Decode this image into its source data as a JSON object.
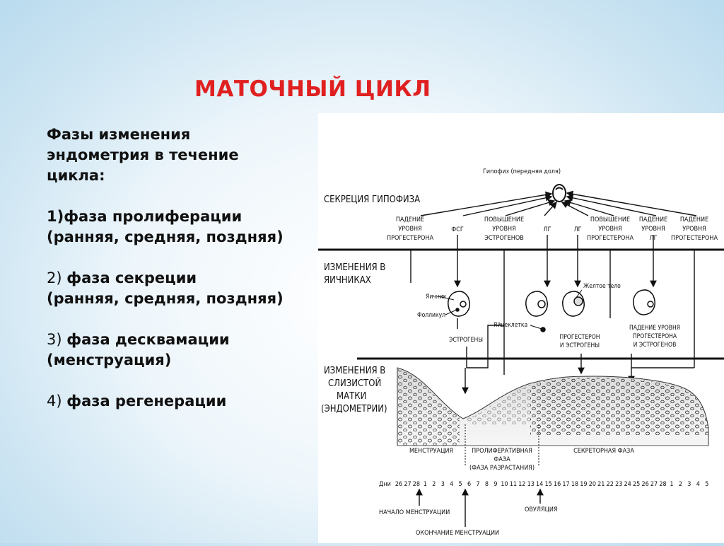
{
  "slide": {
    "title": "МАТОЧНЫЙ ЦИКЛ",
    "intro_lines": [
      "Фазы изменения",
      "эндометрия в течение",
      "цикла:"
    ],
    "phase1_lines": [
      "1)фаза пролиферации",
      "(ранняя, средняя, поздняя)"
    ],
    "phase2": {
      "num": "2) ",
      "name": "фаза секреции",
      "sub": "(ранняя, средняя, поздняя)"
    },
    "phase3": {
      "num": "3) ",
      "name": "фаза десквамации",
      "sub": "(менструация)"
    },
    "phase4": {
      "num": "4) ",
      "name": "фаза регенерации"
    }
  },
  "diagram": {
    "pituitary_label": "Гипофиз (передняя доля)",
    "section_pituitary": "СЕКРЕЦИЯ ГИПОФИЗА",
    "section_ovary": [
      "ИЗМЕНЕНИЯ В",
      "ЯИЧНИКАХ"
    ],
    "section_mucosa": [
      "ИЗМЕНЕНИЯ В",
      "СЛИЗИСТОЙ",
      "МАТКИ",
      "(ЭНДОМЕТРИИ)"
    ],
    "hormones": {
      "fall_progesterone_1": [
        "ПАДЕНИЕ",
        "УРОВНЯ",
        "ПРОГЕСТЕРОНА"
      ],
      "fsh": "ФСГ",
      "rise_estrogen": [
        "ПОВЫШЕНИЕ",
        "УРОВНЯ",
        "ЭСТРОГЕНОВ"
      ],
      "lh1": "ЛГ",
      "lh2": "ЛГ",
      "rise_progesterone": [
        "ПОВЫШЕНИЕ",
        "УРОВНЯ",
        "ПРОГЕСТЕРОНА"
      ],
      "fall_lh": [
        "ПАДЕНИЕ",
        "УРОВНЯ",
        "ЛГ"
      ],
      "fall_progesterone_2": [
        "ПАДЕНИЕ",
        "УРОВНЯ",
        "ПРОГЕСТЕРОНА"
      ]
    },
    "ovary_labels": {
      "ovary": "Яичник",
      "follicle": "Фолликул",
      "egg": "Яйцеклетка",
      "corpus_luteum": "Желтое тело",
      "estrogens": "ЭСТРОГЕНЫ",
      "prog_estro": [
        "ПРОГЕСТЕРОН",
        "И ЭСТРОГЕНЫ"
      ],
      "fall_level": [
        "ПАДЕНИЕ УРОВНЯ",
        "ПРОГЕСТЕРОНА",
        "И ЭСТРОГЕНОВ"
      ]
    },
    "phases": {
      "menstruation": "МЕНСТРУАЦИЯ",
      "proliferative": [
        "ПРОЛИФЕРАТИВНАЯ",
        "ФАЗА",
        "(ФАЗА РАЗРАСТАНИЯ)"
      ],
      "secretory": "СЕКРЕТОРНАЯ ФАЗА"
    },
    "days_label": "Дни",
    "days": [
      "26",
      "27",
      "28",
      "1",
      "2",
      "3",
      "4",
      "5",
      "6",
      "7",
      "8",
      "9",
      "10",
      "11",
      "12",
      "13",
      "14",
      "15",
      "16",
      "17",
      "18",
      "19",
      "20",
      "21",
      "22",
      "23",
      "24",
      "25",
      "26",
      "27",
      "28",
      "1",
      "2",
      "3",
      "4",
      "5"
    ],
    "markers": {
      "menstruation_start": "НАЧАЛО МЕНСТРУАЦИИ",
      "ovulation": "ОВУЛЯЦИЯ",
      "menstruation_end": "ОКОНЧАНИЕ МЕНСТРУАЦИИ"
    }
  }
}
